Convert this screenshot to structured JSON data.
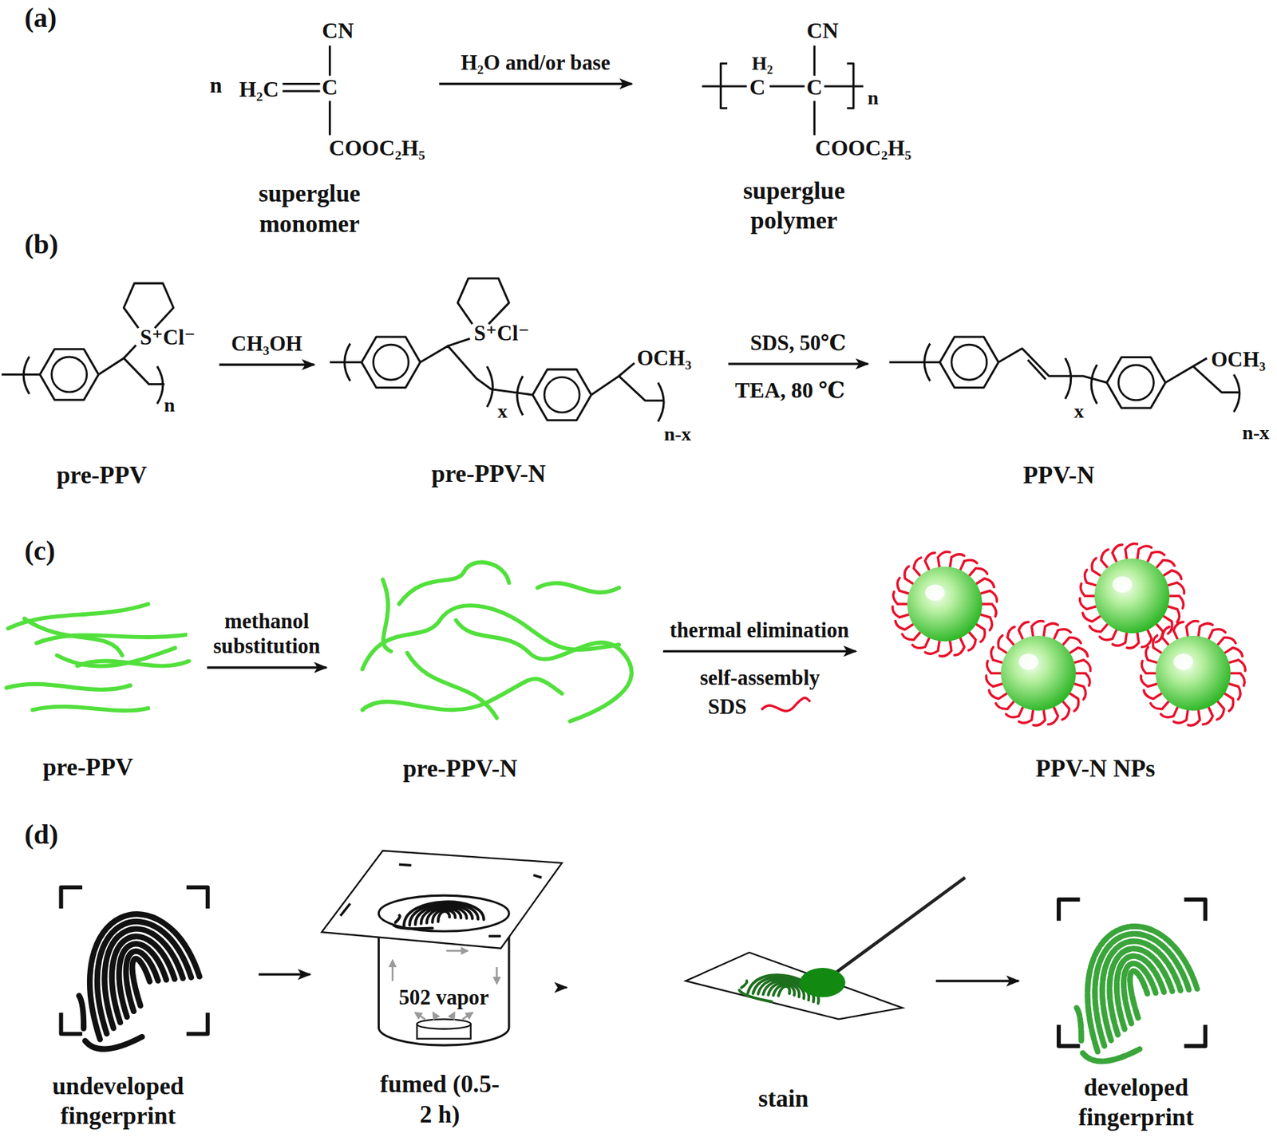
{
  "diagram": {
    "nodes": [
      {
        "text": [
          "superglue monomer"
        ]
      },
      {
        "text": [
          "superglue polymer"
        ]
      },
      {
        "text": [
          "pre-PPV"
        ]
      },
      {
        "text": [
          "pre-PPV-N"
        ]
      },
      {
        "text": [
          "PPV-N"
        ]
      },
      {
        "text": [
          "pre-PPV"
        ]
      },
      {
        "text": [
          "pre-PPV-N"
        ]
      },
      {
        "text": [
          "PPV-N NPs"
        ]
      },
      {
        "text": [
          "undeveloped fingerprint"
        ]
      },
      {
        "text": [
          "fumed (0.5-2 h)"
        ]
      },
      {
        "text": [
          "stain"
        ]
      },
      {
        "text": [
          "developed fingerprint"
        ]
      }
    ],
    "edges": [
      {
        "from": 0,
        "to": 1,
        "arrow": "to",
        "label": "H₂O and/or base"
      },
      {
        "from": 2,
        "to": 3,
        "arrow": "to",
        "label": "CH₃OH"
      },
      {
        "from": 3,
        "to": 4,
        "arrow": "to",
        "label": "SDS, 50℃"
      },
      {
        "from": 5,
        "to": 6,
        "arrow": "to",
        "label": "methanol substitution"
      },
      {
        "from": 6,
        "to": 7,
        "arrow": "to",
        "label": "thermal elimination"
      },
      {
        "from": 8,
        "to": 9,
        "arrow": "to"
      },
      {
        "from": 9,
        "to": 10,
        "arrow": "to"
      },
      {
        "from": 10,
        "to": 11,
        "arrow": "to"
      }
    ],
    "labels": [
      "(a)",
      "(b)",
      "(c)",
      "(d)",
      "CN",
      "n",
      "H₂C",
      "C",
      "COOC₂H₅",
      "CN",
      "H₂",
      "C",
      "C",
      "n",
      "COOC₂H₅",
      "S⁺Cl⁻",
      "n",
      "S⁺Cl⁻",
      "x",
      "OCH₃",
      "n-x",
      "TEA, 80 ℃",
      "x",
      "OCH₃",
      "n-x",
      "self-assembly",
      "SDS",
      "502 vapor"
    ]
  }
}
